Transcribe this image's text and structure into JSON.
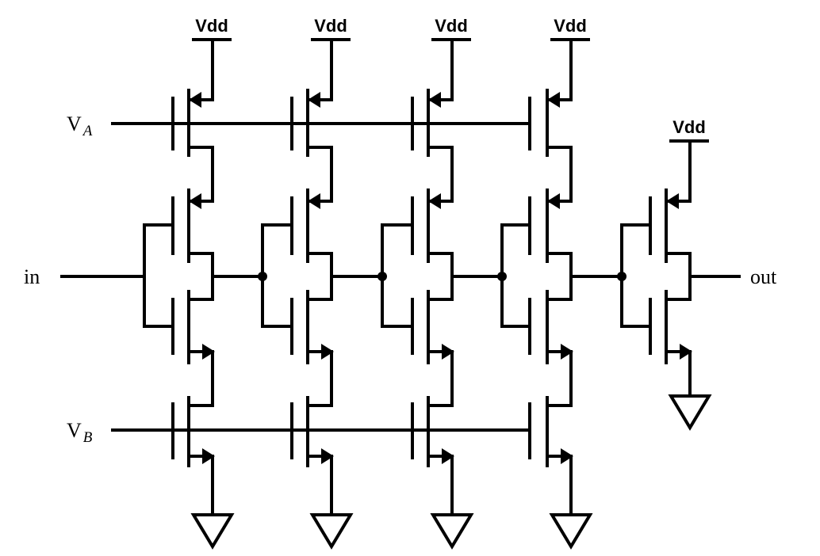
{
  "labels": {
    "supply": "Vdd",
    "bias_a_base": "V",
    "bias_a_sub": "A",
    "bias_b_base": "V",
    "bias_b_sub": "B",
    "input": "in",
    "output": "out"
  },
  "stages": {
    "current_starved_count": 4,
    "output_inverter_count": 1
  }
}
